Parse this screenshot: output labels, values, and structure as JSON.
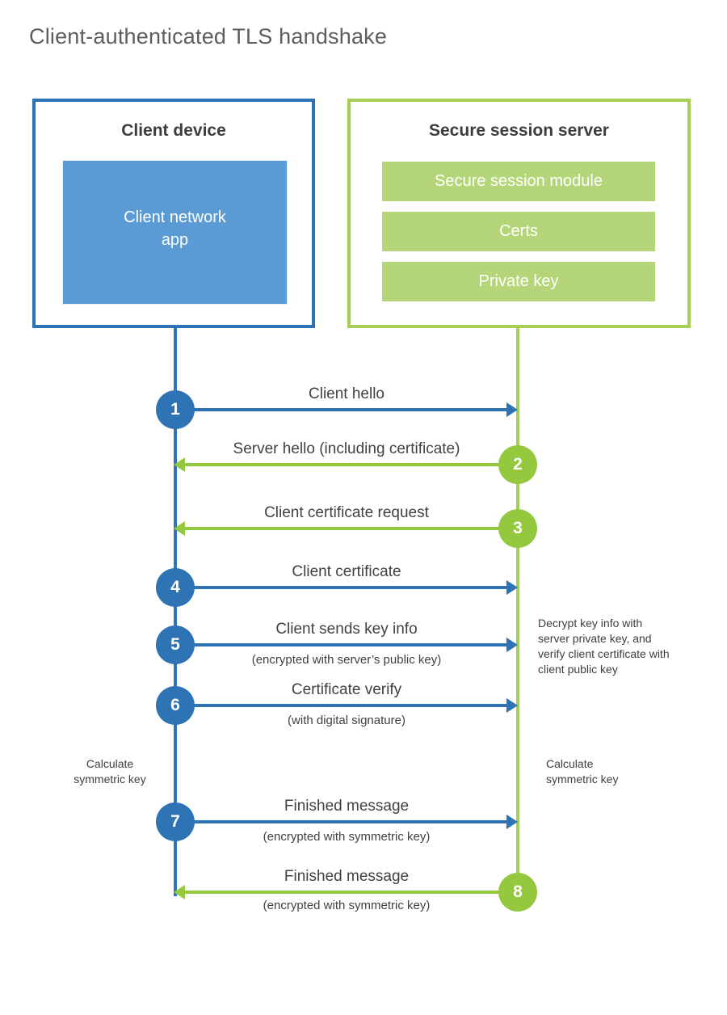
{
  "title": "Client-authenticated TLS handshake",
  "palette": {
    "blue_stroke": "#2e74b5",
    "blue_fill": "#5b9bd5",
    "green_stroke": "#a4ce55",
    "green_accent": "#94c83e",
    "green_fill": "#b4d678",
    "label_text": "#414141",
    "heading_text": "#3d3d3d",
    "title_text": "#5d5d5d"
  },
  "client": {
    "title": "Client device",
    "app_label": "Client network\napp"
  },
  "server": {
    "title": "Secure session server",
    "modules": [
      "Secure session module",
      "Certs",
      "Private key"
    ]
  },
  "steps": [
    {
      "num": "1",
      "from": "client",
      "label": "Client hello",
      "sub": ""
    },
    {
      "num": "2",
      "from": "server",
      "label": "Server hello (including certificate)",
      "sub": ""
    },
    {
      "num": "3",
      "from": "server",
      "label": "Client certificate request",
      "sub": ""
    },
    {
      "num": "4",
      "from": "client",
      "label": "Client certificate",
      "sub": ""
    },
    {
      "num": "5",
      "from": "client",
      "label": "Client sends key info",
      "sub": "(encrypted with server’s public key)"
    },
    {
      "num": "6",
      "from": "client",
      "label": "Certificate verify",
      "sub": "(with digital signature)"
    },
    {
      "num": "7",
      "from": "client",
      "label": "Finished message",
      "sub": "(encrypted with symmetric key)"
    },
    {
      "num": "8",
      "from": "server",
      "label": "Finished message",
      "sub": "(encrypted with symmetric key)"
    }
  ],
  "notes": {
    "decrypt": "Decrypt key info with server private key, and verify client certificate with client public key",
    "calc_left": "Calculate symmetric key",
    "calc_right": "Calculate symmetric key"
  }
}
